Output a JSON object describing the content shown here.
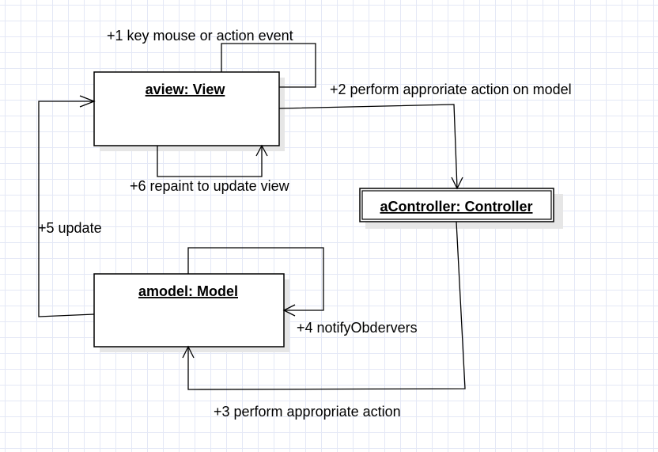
{
  "diagram": {
    "objects": {
      "view": "aview: View",
      "controller": "aController: Controller",
      "model": "amodel: Model"
    },
    "messages": {
      "m1": "+1 key mouse or action event",
      "m2": "+2 perform approriate action on model",
      "m3": "+3 perform appropriate action",
      "m4": "+4 notifyObdervers",
      "m5": "+5 update",
      "m6": "+6 repaint to update view"
    }
  }
}
